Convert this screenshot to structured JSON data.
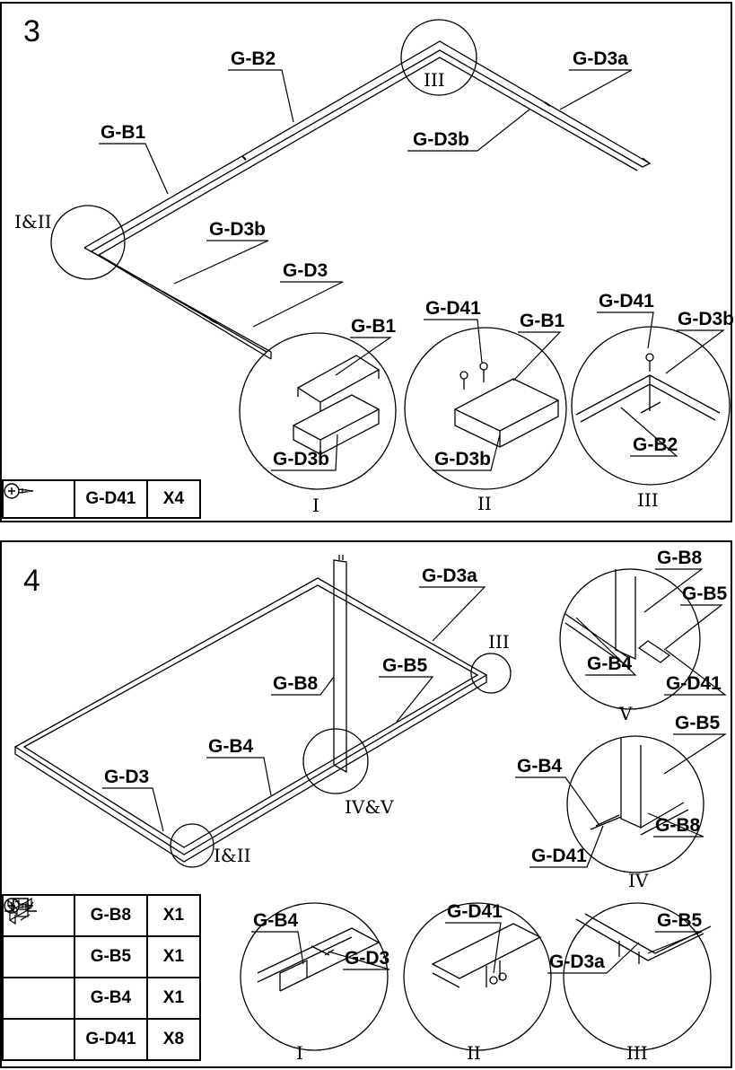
{
  "step3": {
    "number": "3",
    "labels": {
      "gb2": "G-B2",
      "gd3a": "G-D3a",
      "gb1": "G-B1",
      "gd3b_top": "G-D3b",
      "gd3b_left": "G-D3b",
      "gd3": "G-D3",
      "detail1_gb1": "G-B1",
      "detail1_gd3b": "G-D3b",
      "detail2_gd41": "G-D41",
      "detail2_gb1": "G-B1",
      "detail2_gd3b": "G-D3b",
      "detail3_gd41": "G-D41",
      "detail3_gd3b": "G-D3b",
      "detail3_gb2": "G-B2"
    },
    "callouts": {
      "c1": "I&II",
      "c2": "III"
    },
    "details": {
      "d1": "I",
      "d2": "II",
      "d3": "III"
    },
    "parts": [
      {
        "icon": "screw-icon",
        "code": "G-D41",
        "qty": "X4"
      }
    ]
  },
  "step4": {
    "number": "4",
    "labels": {
      "gd3a": "G-D3a",
      "gb8": "G-B8",
      "gb5": "G-B5",
      "gb4": "G-B4",
      "gd3": "G-D3",
      "v_gb8": "G-B8",
      "v_gb5": "G-B5",
      "v_gb4": "G-B4",
      "v_gd41": "G-D41",
      "iv_gb5": "G-B5",
      "iv_gb4": "G-B4",
      "iv_gb8": "G-B8",
      "iv_gd41": "G-D41",
      "d1_gb4": "G-B4",
      "d1_gd3": "G-D3",
      "d2_gd41": "G-D41",
      "d3_gb5": "G-B5",
      "d3_gd3a": "G-D3a"
    },
    "callouts": {
      "c1": "I&II",
      "c2": "III",
      "c3": "IV&V"
    },
    "details": {
      "v": "V",
      "iv": "IV",
      "d1": "I",
      "d2": "II",
      "d3": "III"
    },
    "parts": [
      {
        "icon": "post-profile-icon",
        "code": "G-B8",
        "qty": "X1"
      },
      {
        "icon": "bracket-b5-icon",
        "code": "G-B5",
        "qty": "X1"
      },
      {
        "icon": "bracket-b4-icon",
        "code": "G-B4",
        "qty": "X1"
      },
      {
        "icon": "screw-icon",
        "code": "G-D41",
        "qty": "X8"
      }
    ]
  }
}
